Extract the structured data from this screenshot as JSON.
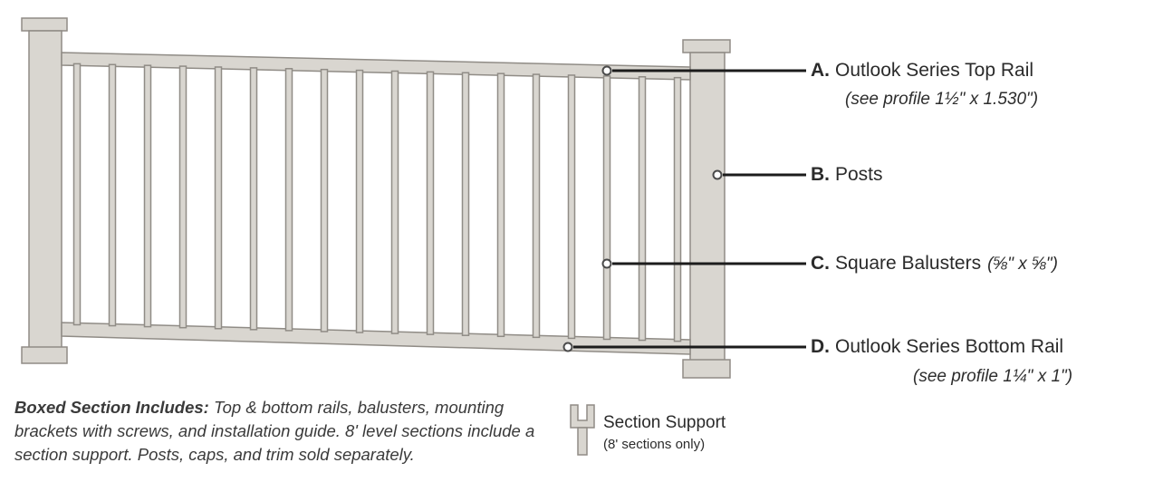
{
  "colors": {
    "rail_fill": "#d9d6d0",
    "rail_stroke": "#908c86",
    "leader_line": "#1c1c1c",
    "text": "#2b2b2b"
  },
  "callouts": [
    {
      "letter": "A.",
      "label": "Outlook Series Top Rail",
      "sub": "(see profile 1½\" x 1.530\")"
    },
    {
      "letter": "B.",
      "label": "Posts"
    },
    {
      "letter": "C.",
      "label": "Square Balusters",
      "paren": "(⅝\" x ⅝\")"
    },
    {
      "letter": "D.",
      "label": "Outlook Series Bottom Rail",
      "sub": "(see profile 1¼\" x 1\")"
    }
  ],
  "footnote": {
    "lead": "Boxed Section Includes:",
    "body": " Top & bottom rails, balusters, mounting brackets with screws, and installation guide. 8' level sections include a section support. Posts, caps, and trim sold separately."
  },
  "section_support": {
    "label": "Section Support",
    "sub": "(8' sections only)"
  }
}
